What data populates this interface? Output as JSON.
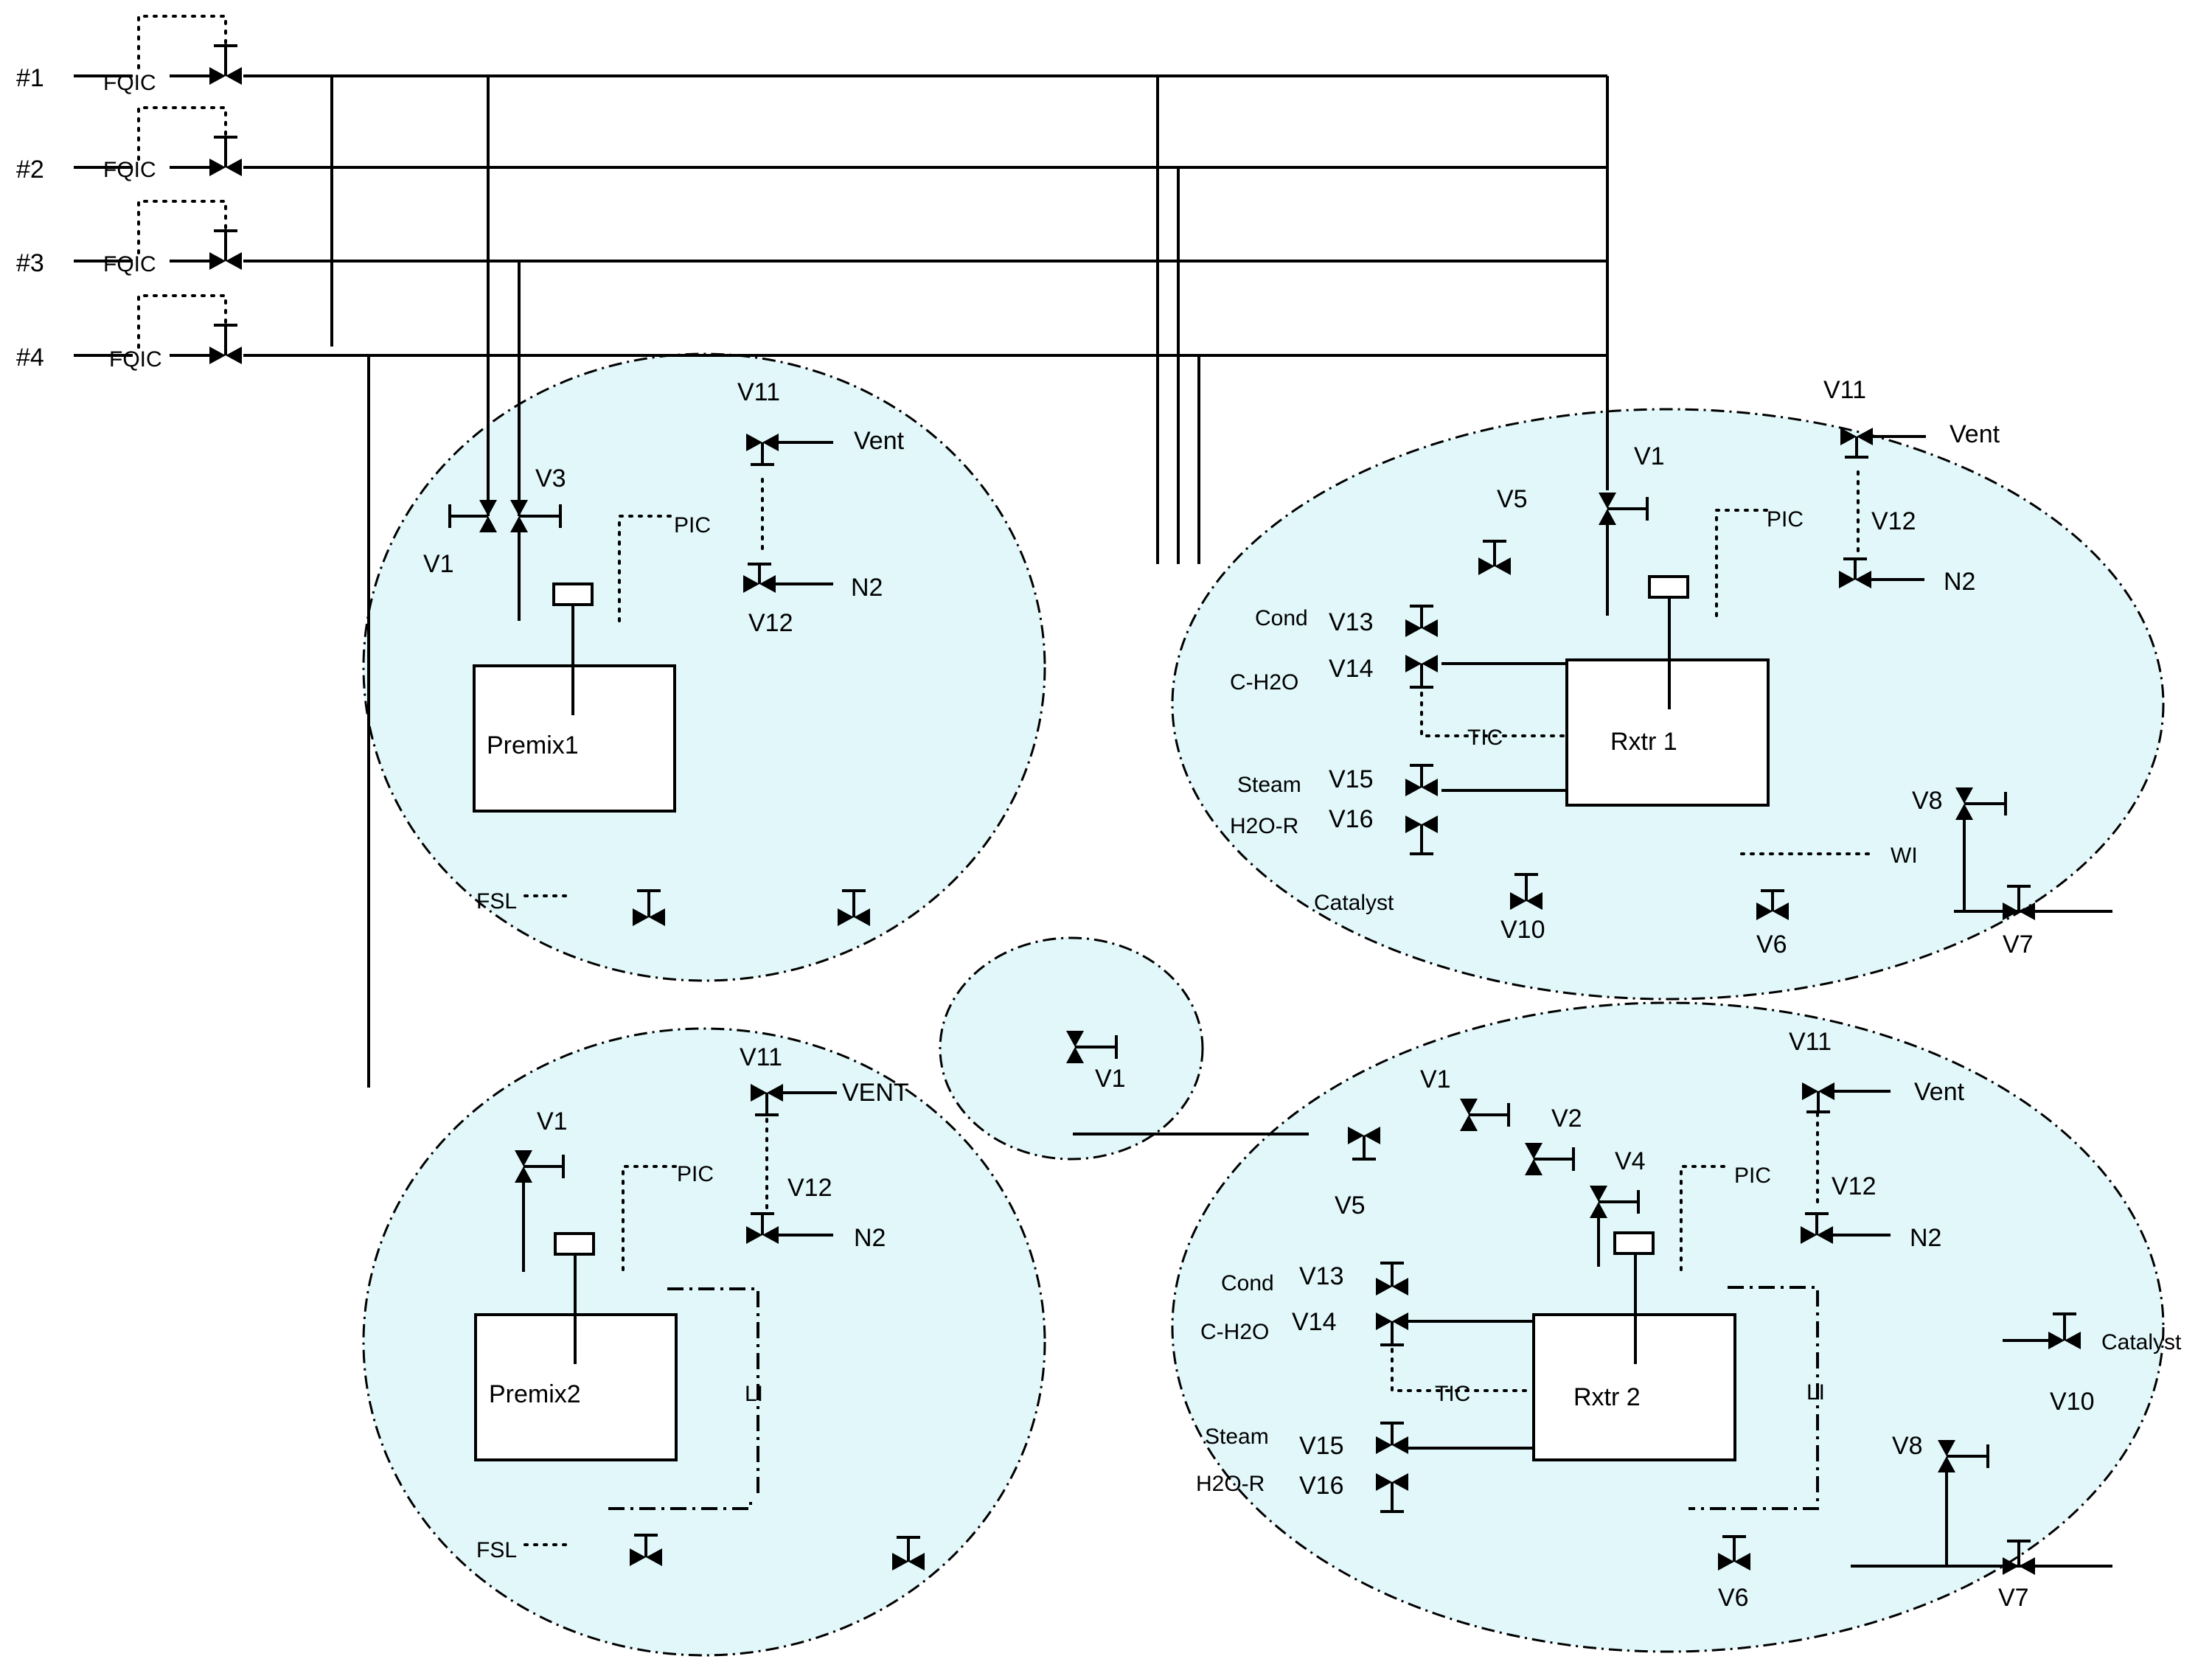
{
  "streams": [
    "#1",
    "#2",
    "#3",
    "#4"
  ],
  "fqic": "FQIC",
  "premix1": {
    "name": "Premix1",
    "v11": "V11",
    "vent": "Vent",
    "pic": "PIC",
    "v12": "V12",
    "n2": "N2",
    "v1": "V1",
    "v3": "V3",
    "fsl": "FSL"
  },
  "premix2": {
    "name": "Premix2",
    "v11": "V11",
    "vent": "VENT",
    "pic": "PIC",
    "v12": "V12",
    "n2": "N2",
    "v1": "V1",
    "li": "LI",
    "fsl": "FSL"
  },
  "middle": {
    "v1": "V1"
  },
  "rxtr1": {
    "name": "Rxtr 1",
    "v11": "V11",
    "vent": "Vent",
    "v1": "V1",
    "v5": "V5",
    "pic": "PIC",
    "v12": "V12",
    "n2": "N2",
    "cond": "Cond",
    "v13": "V13",
    "v14": "V14",
    "ch2o": "C-H2O",
    "tic": "TIC",
    "steam": "Steam",
    "v15": "V15",
    "v16": "V16",
    "h2or": "H2O-R",
    "v8": "V8",
    "wi": "WI",
    "catalyst": "Catalyst",
    "v10": "V10",
    "v6": "V6",
    "v7": "V7"
  },
  "rxtr2": {
    "name": "Rxtr 2",
    "v11": "V11",
    "vent": "Vent",
    "v1": "V1",
    "v2": "V2",
    "v4": "V4",
    "v5": "V5",
    "pic": "PIC",
    "v12": "V12",
    "n2": "N2",
    "cond": "Cond",
    "v13": "V13",
    "v14": "V14",
    "ch2o": "C-H2O",
    "tic": "TIC",
    "steam": "Steam",
    "v15": "V15",
    "v16": "V16",
    "h2or": "H2O-R",
    "li": "LI",
    "catalyst": "Catalyst",
    "v10": "V10",
    "v8": "V8",
    "v6": "V6",
    "v7": "V7"
  }
}
